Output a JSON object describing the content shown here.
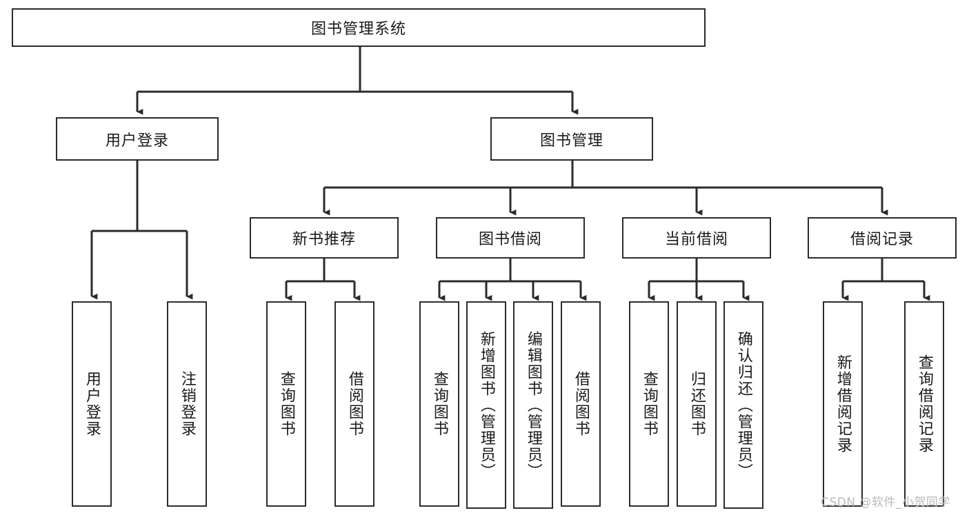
{
  "diagram": {
    "title_node": {
      "label": "图书管理系统"
    },
    "level2": [
      {
        "label": "用户登录"
      },
      {
        "label": "图书管理"
      }
    ],
    "level3": [
      {
        "label": "新书推荐"
      },
      {
        "label": "图书借阅"
      },
      {
        "label": "当前借阅"
      },
      {
        "label": "借阅记录"
      }
    ],
    "leaves": {
      "user_login": [
        {
          "label": "用户登录"
        },
        {
          "label": "注销登录"
        }
      ],
      "new_book_recommend": [
        {
          "label": "查询图书"
        },
        {
          "label": "借阅图书"
        }
      ],
      "book_borrow": [
        {
          "label": "查询图书"
        },
        {
          "label": "新增图书（管理员）"
        },
        {
          "label": "编辑图书（管理员）"
        },
        {
          "label": "借阅图书"
        }
      ],
      "current_borrow": [
        {
          "label": "查询图书"
        },
        {
          "label": "归还图书"
        },
        {
          "label": "确认归还（管理员）"
        }
      ],
      "borrow_record": [
        {
          "label": "新增借阅记录"
        },
        {
          "label": "查询借阅记录"
        }
      ]
    }
  },
  "watermark": {
    "text": "CSDN @软件_小贺同学"
  },
  "colors": {
    "stroke": "#2b2b2b",
    "background": "#ffffff",
    "text": "#1a1a1a",
    "watermark": "#b9b9b9"
  }
}
